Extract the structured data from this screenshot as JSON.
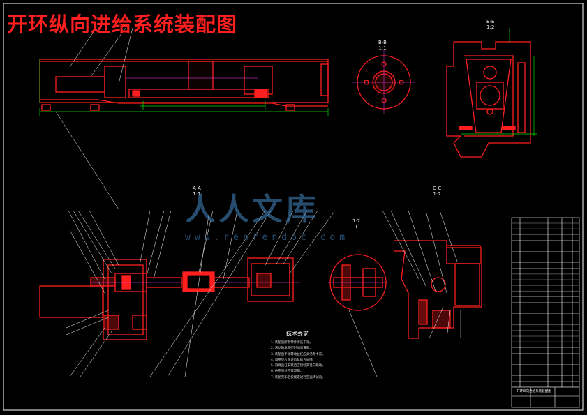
{
  "title": "开环纵向进给系统装配图",
  "views": {
    "bb": {
      "name": "B-B",
      "scale": "1:1"
    },
    "aa": {
      "name": "A-A",
      "scale": "1:1"
    },
    "ee": {
      "name": "E-E",
      "scale": "1:2"
    },
    "cc": {
      "name": "C-C",
      "scale": "1:2"
    },
    "detail": {
      "name": "I",
      "scale": "1:2"
    }
  },
  "notes": {
    "title": "技术要求",
    "items": [
      "1. 装配前所有零件清洗干净。",
      "2. 滚动轴承装配时加润滑脂。",
      "3. 装配后手动转动丝杠应灵活无卡滞。",
      "4. 调整垫片保证齿轮啮合间隙。",
      "5. 滚珠丝杠安装后应检验其径向跳动。",
      "6. 各密封处不得渗漏。",
      "7. 装配完毕后按规定进行空运转试验。"
    ]
  },
  "watermark": {
    "logo": "人人文库",
    "url": "www.renrendoc.com"
  },
  "title_block": {
    "drawing_name": "开环纵向进给系统装配图"
  },
  "colors": {
    "background": "#000000",
    "part": "#ff1f1f",
    "dimension": "#00e000",
    "leader": "#ffffff",
    "centerline": "#ff40ff"
  }
}
